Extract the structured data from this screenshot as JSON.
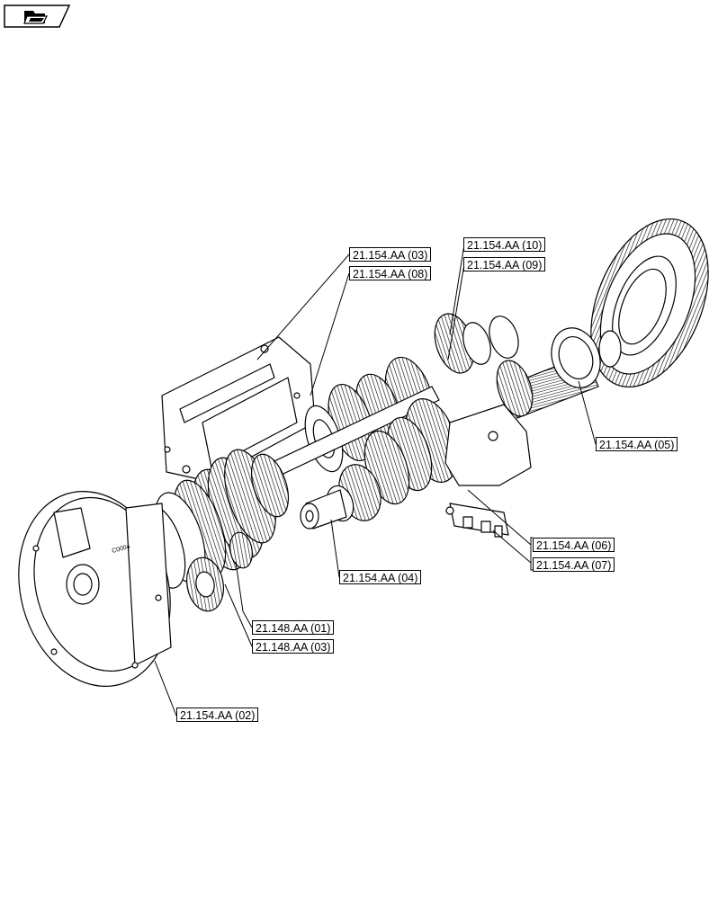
{
  "navigation": {
    "icon": "folder-return-icon"
  },
  "callouts": [
    {
      "id": "c1",
      "label": "21.154.AA (03)"
    },
    {
      "id": "c2",
      "label": "21.154.AA (08)"
    },
    {
      "id": "c3",
      "label": "21.154.AA (10)"
    },
    {
      "id": "c4",
      "label": "21.154.AA (09)"
    },
    {
      "id": "c5",
      "label": "21.154.AA (05)"
    },
    {
      "id": "c6",
      "label": "21.154.AA (06)"
    },
    {
      "id": "c7",
      "label": "21.154.AA (07)"
    },
    {
      "id": "c8",
      "label": "21.154.AA (04)"
    },
    {
      "id": "c9",
      "label": "21.148.AA (01)"
    },
    {
      "id": "c10",
      "label": "21.148.AA (03)"
    },
    {
      "id": "c11",
      "label": "21.154.AA (02)"
    }
  ]
}
